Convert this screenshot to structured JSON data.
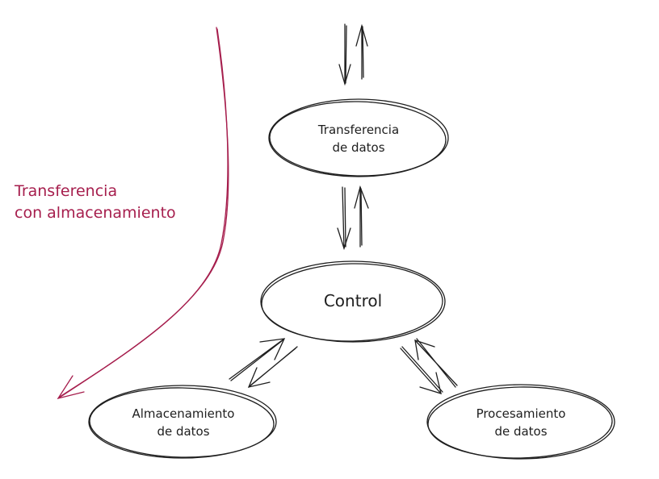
{
  "nodes": {
    "transfer": {
      "label": "Transferencia\nde datos"
    },
    "control": {
      "label": "Control"
    },
    "storage": {
      "label": "Almacenamiento\nde datos"
    },
    "processing": {
      "label": "Procesamiento\nde datos"
    }
  },
  "annotation": {
    "label": "Transferencia\ncon almacenamiento",
    "color": "#a61e4d"
  }
}
